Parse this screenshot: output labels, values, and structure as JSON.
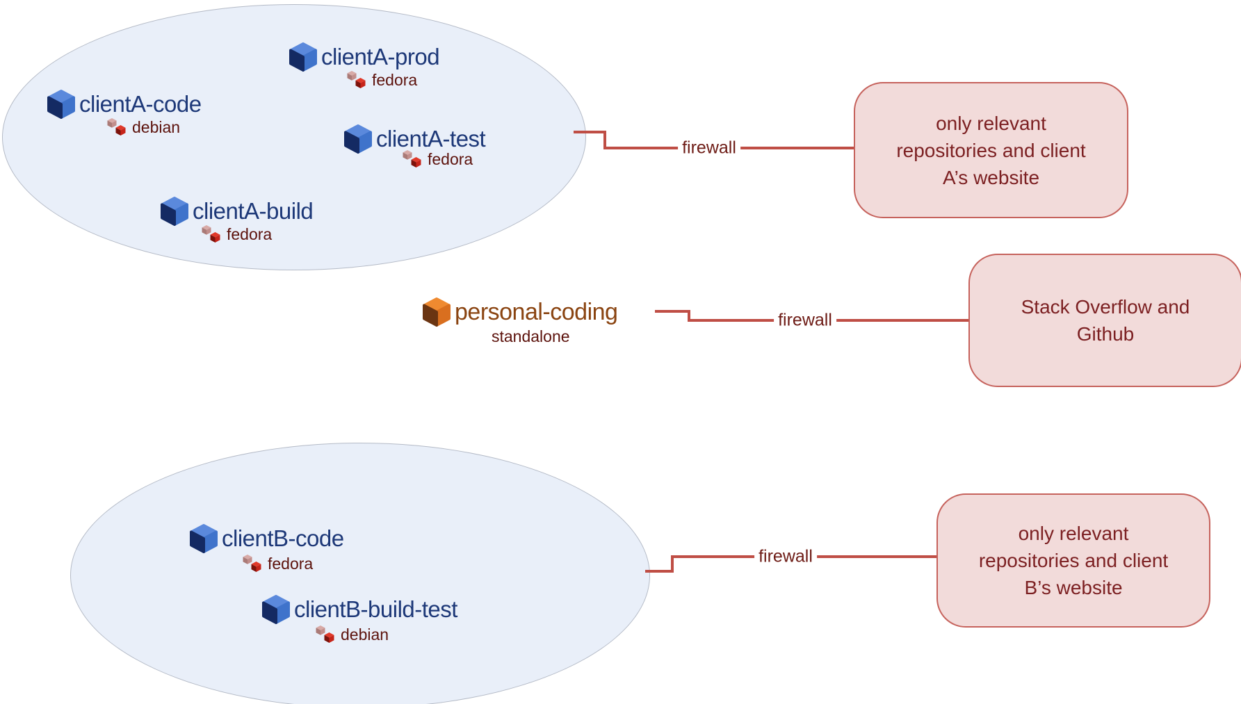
{
  "diagram": {
    "groups": {
      "client_a": {
        "nodes": [
          {
            "label": "clientA-prod",
            "os": "fedora"
          },
          {
            "label": "clientA-code",
            "os": "debian"
          },
          {
            "label": "clientA-test",
            "os": "fedora"
          },
          {
            "label": "clientA-build",
            "os": "fedora"
          }
        ]
      },
      "client_b": {
        "nodes": [
          {
            "label": "clientB-code",
            "os": "fedora"
          },
          {
            "label": "clientB-build-test",
            "os": "debian"
          }
        ]
      }
    },
    "standalone": {
      "label": "personal-coding",
      "os": "standalone"
    },
    "connections": [
      {
        "label": "firewall"
      },
      {
        "label": "firewall"
      },
      {
        "label": "firewall"
      }
    ],
    "boxes": [
      {
        "lines": [
          "only relevant",
          "repositories and client",
          "A’s website"
        ]
      },
      {
        "lines": [
          "Stack Overflow and",
          "Github"
        ]
      },
      {
        "lines": [
          "only relevant",
          "repositories and client",
          "B’s website"
        ]
      }
    ],
    "colors": {
      "node_label": "#1d3878",
      "os_label": "#5c120c",
      "standalone_label": "#8a4411",
      "connector": "#bf4e45",
      "firewall_label": "#6d1b15",
      "box_fill": "#f2dbda",
      "box_border": "#c6625c",
      "box_text": "#7c2022",
      "ellipse_fill": "#e9eff9",
      "cube_blue": "#3f73cb",
      "cube_navy": "#142a63",
      "cube_orange": "#e07b28",
      "pkg_pink": "#c98f8c",
      "pkg_red": "#c6241a"
    }
  }
}
